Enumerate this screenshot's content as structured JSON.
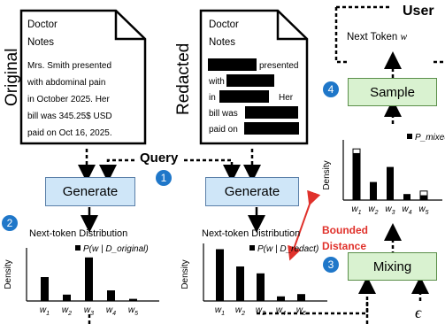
{
  "original_doc": {
    "side_label": "Original",
    "title_lines": [
      "Doctor",
      "Notes"
    ],
    "lines": [
      "Mrs. Smith presented",
      "with abdominal pain",
      "in October 2025. Her",
      "bill was 345.25$ USD",
      "paid on Oct 16, 2025."
    ]
  },
  "redacted_doc": {
    "side_label": "Redacted",
    "title_lines": [
      "Doctor",
      "Notes"
    ],
    "visible_fragments": [
      "presented",
      "with",
      "in",
      "Her",
      "bill was",
      "paid on"
    ]
  },
  "query_label": "Query",
  "user_label": "User",
  "next_token_label": "Next Token",
  "next_token_var": "w",
  "generate_left": "Generate",
  "generate_right": "Generate",
  "sample_label": "Sample",
  "mixing_label": "Mixing",
  "badges": [
    "1",
    "2",
    "3",
    "4"
  ],
  "dist_title_left": "Next-token Distribution",
  "dist_title_right": "Next-token Distribution",
  "legend_left": "P(w | D_original)",
  "legend_right": "P(w | D_redact)",
  "legend_mixed": "P_mixed",
  "density_label": "Density",
  "bounded_distance": [
    "Bounded",
    "Distance"
  ],
  "epsilon": "ϵ",
  "colors": {
    "box_blue": "#cfe6f8",
    "box_green": "#d9f2d0",
    "badge": "#1f77c9",
    "accent_red": "#e0312b"
  },
  "chart_data": [
    {
      "type": "bar",
      "name": "original",
      "categories": [
        "w1",
        "w2",
        "w3",
        "w4",
        "w5"
      ],
      "values": [
        0.45,
        0.12,
        0.82,
        0.2,
        0.04
      ]
    },
    {
      "type": "bar",
      "name": "redacted",
      "categories": [
        "w1",
        "w2",
        "w3",
        "w4",
        "w5"
      ],
      "values": [
        0.9,
        0.6,
        0.48,
        0.08,
        0.12
      ]
    },
    {
      "type": "bar",
      "name": "mixed",
      "categories": [
        "w1",
        "w2",
        "w3",
        "w4",
        "w5"
      ],
      "values": [
        0.78,
        0.3,
        0.55,
        0.1,
        0.08
      ],
      "ghost": [
        0.85,
        0.0,
        0.0,
        0.0,
        0.15
      ]
    }
  ]
}
